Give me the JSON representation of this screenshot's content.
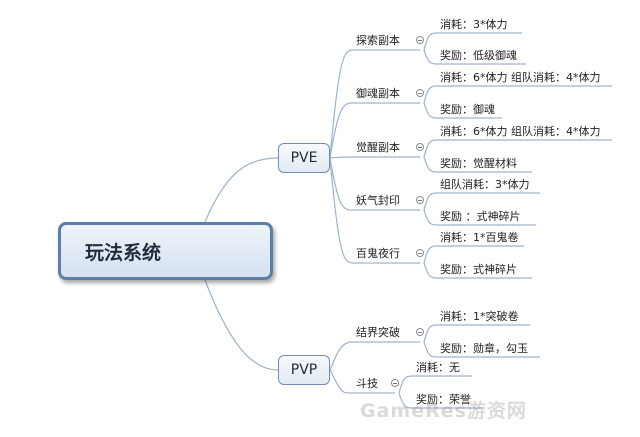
{
  "root": {
    "label": "玩法系统"
  },
  "branches": [
    {
      "label": "PVE",
      "children": [
        {
          "label": "探索副本",
          "leaves": [
            "消耗：3*体力",
            "奖励：低级御魂"
          ]
        },
        {
          "label": "御魂副本",
          "leaves": [
            "消耗：6*体力 组队消耗：4*体力",
            "奖励：御魂"
          ]
        },
        {
          "label": "觉醒副本",
          "leaves": [
            "消耗：6*体力 组队消耗：4*体力",
            "奖励：觉醒材料"
          ]
        },
        {
          "label": "妖气封印",
          "leaves": [
            "组队消耗：3*体力",
            "奖励 ：式神碎片"
          ]
        },
        {
          "label": "百鬼夜行",
          "leaves": [
            "消耗：1*百鬼卷",
            "奖励：式神碎片"
          ]
        }
      ]
    },
    {
      "label": "PVP",
      "children": [
        {
          "label": "结界突破",
          "leaves": [
            "消耗：1*突破卷",
            "奖励：勋章，勾玉"
          ]
        },
        {
          "label": "斗技",
          "leaves": [
            "消耗：无",
            "奖励：荣誉"
          ]
        }
      ]
    }
  ],
  "watermark": "GameRes游资网",
  "colors": {
    "line": "#9db3cc",
    "node_border": "#6f8fb2",
    "root_border": "#5b7fa6"
  }
}
